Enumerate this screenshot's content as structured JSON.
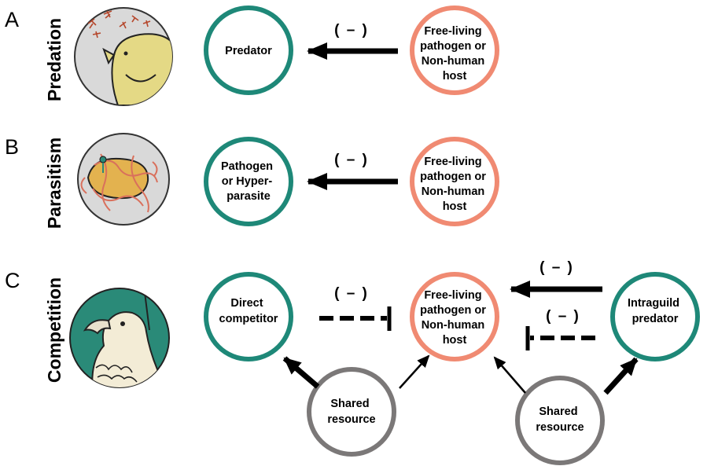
{
  "colors": {
    "teal": "#1e8878",
    "salmon": "#f08a72",
    "gray": "#7b7878",
    "arrow": "#000000",
    "icon_bg": "#d9d9d9",
    "icon_teal_bg": "#2a8a78"
  },
  "panels": [
    {
      "letter": "A",
      "title": "Predation",
      "icon": "bird-eating-mosquitoes-icon",
      "left_node": {
        "lines": [
          "Predator"
        ],
        "color": "teal"
      },
      "right_node": {
        "lines": [
          "Free-living",
          "pathogen or",
          "Non-human",
          "host"
        ],
        "color": "salmon"
      },
      "effect_label": "( – )"
    },
    {
      "letter": "B",
      "title": "Parasitism",
      "icon": "fungus-infecting-bacterium-icon",
      "left_node": {
        "lines": [
          "Pathogen",
          "or Hyper-",
          "parasite"
        ],
        "color": "teal"
      },
      "right_node": {
        "lines": [
          "Free-living",
          "pathogen or",
          "Non-human",
          "host"
        ],
        "color": "salmon"
      },
      "effect_label": "( – )"
    },
    {
      "letter": "C",
      "title": "Competition",
      "icon": "vulture-icon",
      "direct_competitor": {
        "lines": [
          "Direct",
          "competitor"
        ],
        "color": "teal"
      },
      "focal_node": {
        "lines": [
          "Free-living",
          "pathogen or",
          "Non-human",
          "host"
        ],
        "color": "salmon"
      },
      "intraguild_predator": {
        "lines": [
          "Intraguild",
          "predator"
        ],
        "color": "teal"
      },
      "shared_resource_left": {
        "lines": [
          "Shared",
          "resource"
        ],
        "color": "gray"
      },
      "shared_resource_right": {
        "lines": [
          "Shared",
          "resource"
        ],
        "color": "gray"
      },
      "competition_label": "( – )",
      "predation_label": "( – )",
      "intraguild_competition_label": "( – )"
    }
  ]
}
